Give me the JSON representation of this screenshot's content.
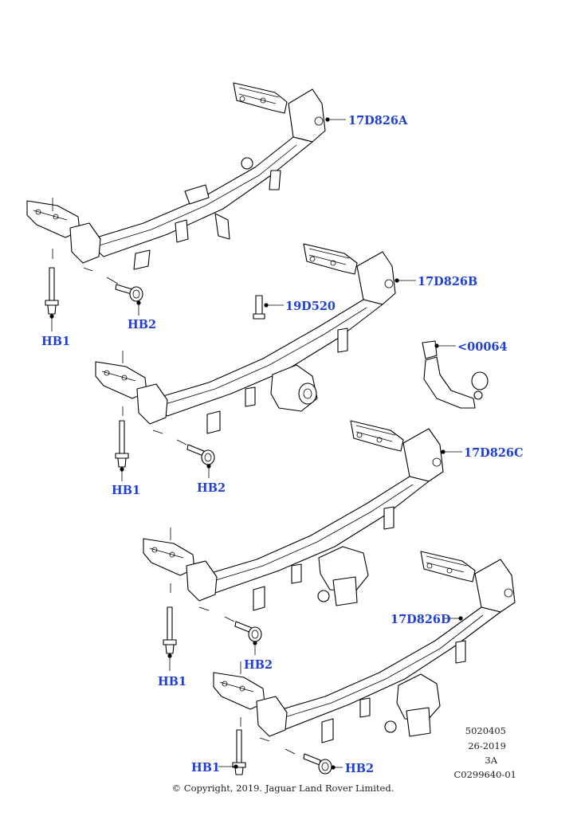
{
  "labels": {
    "beam_a": "17D826A",
    "beam_b": "17D826B",
    "beam_c": "17D826C",
    "beam_d": "17D826D",
    "socket": "19D520",
    "towball": "<00064",
    "hb1": "HB1",
    "hb2": "HB2"
  },
  "info": {
    "number": "5020405",
    "date": "26-2019",
    "code": "3A",
    "ref": "C0299640-01"
  },
  "copyright": "© Copyright, 2019. Jaguar Land Rover Limited."
}
